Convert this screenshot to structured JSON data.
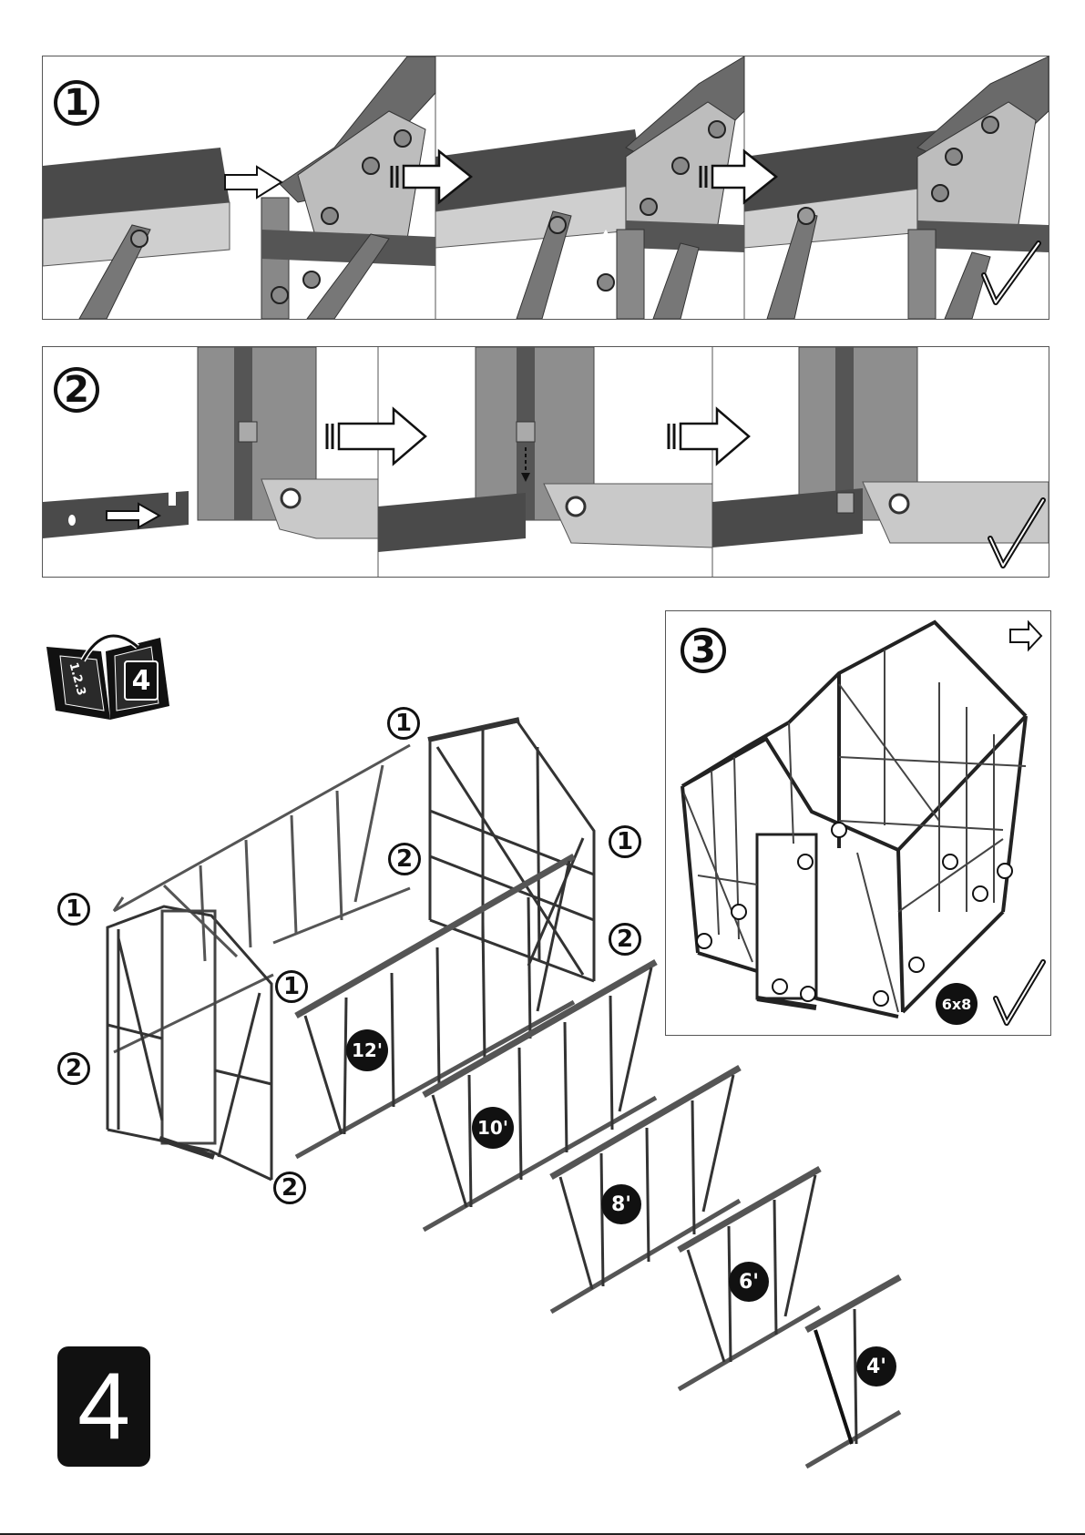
{
  "step1": {
    "number": "1"
  },
  "step2": {
    "number": "2"
  },
  "step3": {
    "number": "3",
    "size_badge": "6x8"
  },
  "manual_icon": {
    "label_left": "1.2.3",
    "label_right": "4"
  },
  "exploded_view": {
    "markers": [
      "1",
      "2",
      "1",
      "2",
      "1",
      "2",
      "1",
      "2",
      "2"
    ],
    "section_labels": [
      "12'",
      "10'",
      "8'",
      "6'",
      "4'"
    ]
  },
  "page_step": "4",
  "icons": {
    "check": "checkmark-icon",
    "arrow": "right-arrow-icon",
    "book": "manual-book-icon"
  }
}
